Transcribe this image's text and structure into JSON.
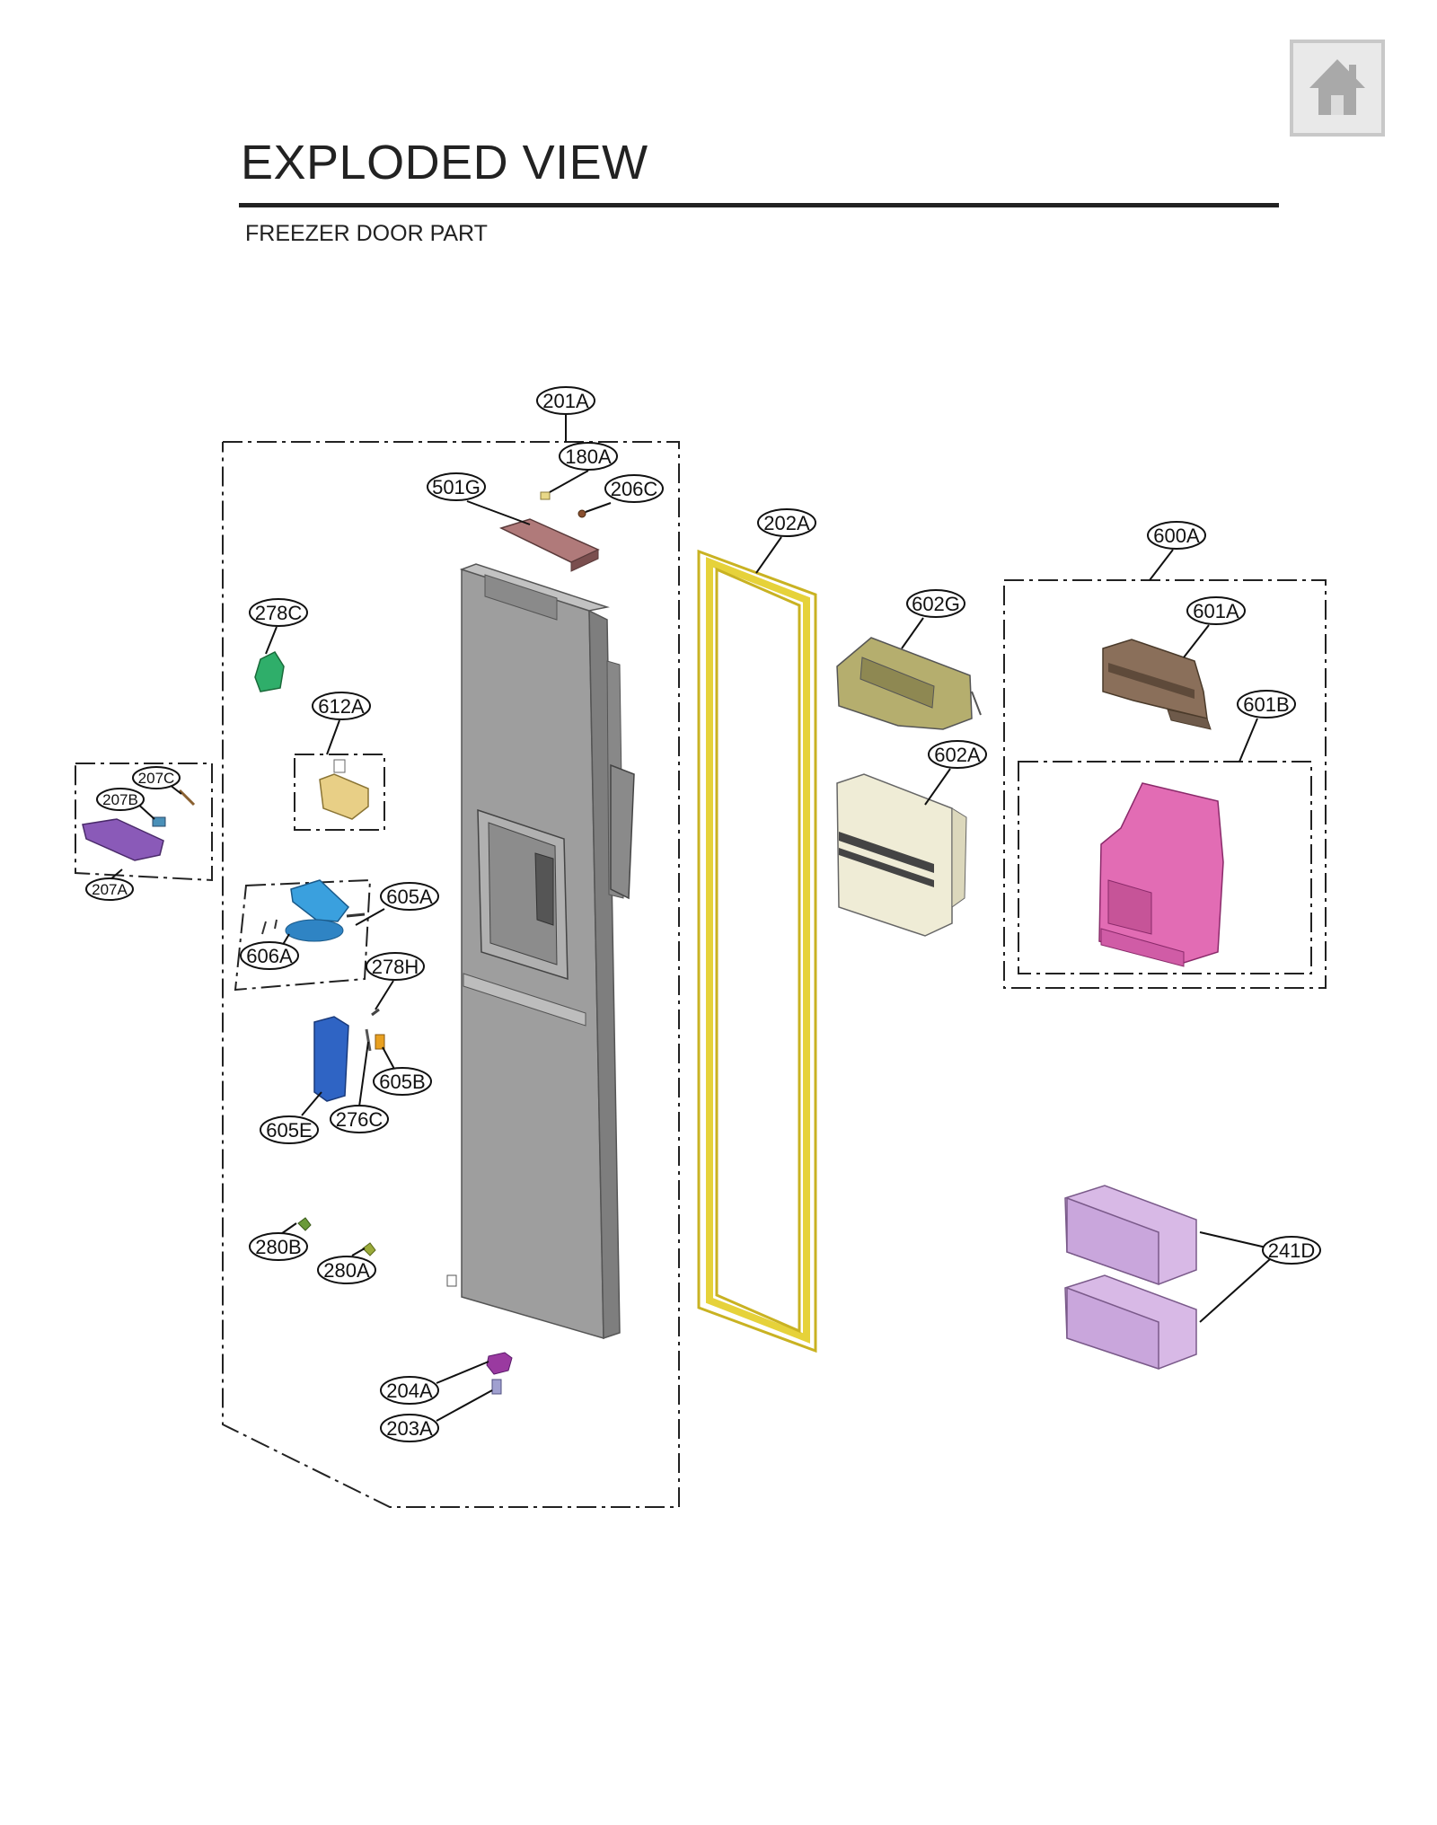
{
  "header": {
    "title": "EXPLODED VIEW",
    "section": "FREEZER DOOR PART"
  },
  "home_button": {
    "icon": "home-icon"
  },
  "parts": [
    "201A",
    "180A",
    "501G",
    "206C",
    "202A",
    "600A",
    "278C",
    "602G",
    "601A",
    "612A",
    "601B",
    "207C",
    "207B",
    "602A",
    "207A",
    "605A",
    "606A",
    "278H",
    "605B",
    "605E",
    "276C",
    "280B",
    "280A",
    "241D",
    "204A",
    "203A"
  ],
  "colors": {
    "door": "#9e9e9e",
    "gasket": "#e6d23a",
    "ice_bin_cover": "#b5ae6e",
    "ice_bin": "#efecd6",
    "ice_maker": "#8a6f5a",
    "ice_maker_housing": "#e26cb4",
    "baskets": "#d8b9e6",
    "dispenser_lever": "#2f64c4",
    "auger_motor": "#3aa0de",
    "lamp": "#e8cf86",
    "actuator": "#2fae6a",
    "cap": "#8a5ab8",
    "hinge": "#9a3aa0",
    "cover_top": "#b07a7a"
  }
}
